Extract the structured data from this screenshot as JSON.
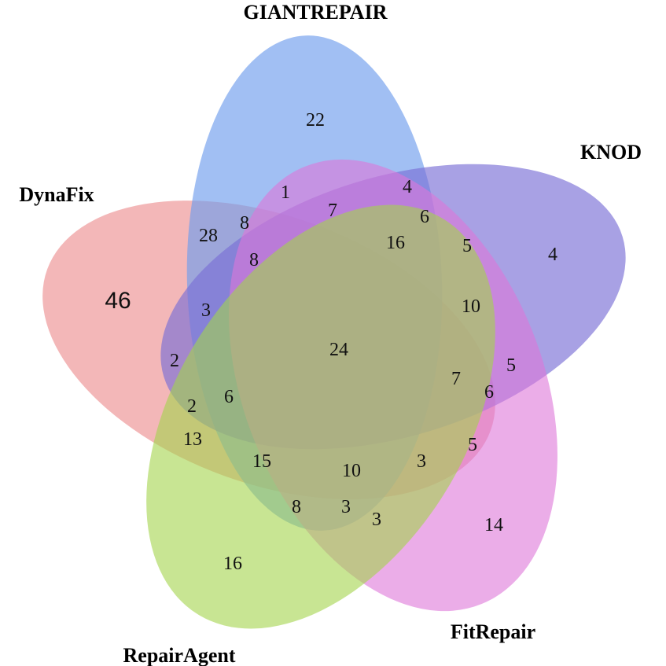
{
  "diagram": {
    "type": "venn",
    "sets": [
      {
        "id": "dynafix",
        "label": "DynaFix",
        "color": "#e97b7d"
      },
      {
        "id": "giantrepair",
        "label": "GIANTREPAIR",
        "color": "#6e9ded"
      },
      {
        "id": "knod",
        "label": "KNOD",
        "color": "#7a6fd6"
      },
      {
        "id": "fitrepair",
        "label": "FitRepair",
        "color": "#dd77d9"
      },
      {
        "id": "repairagent",
        "label": "RepairAgent",
        "color": "#a4d34b"
      }
    ],
    "counts": [
      "22",
      "4",
      "46",
      "1",
      "7",
      "4",
      "8",
      "6",
      "28",
      "16",
      "5",
      "8",
      "3",
      "10",
      "2",
      "24",
      "5",
      "7",
      "6",
      "2",
      "6",
      "13",
      "5",
      "15",
      "3",
      "10",
      "8",
      "3",
      "3",
      "14",
      "16"
    ]
  }
}
